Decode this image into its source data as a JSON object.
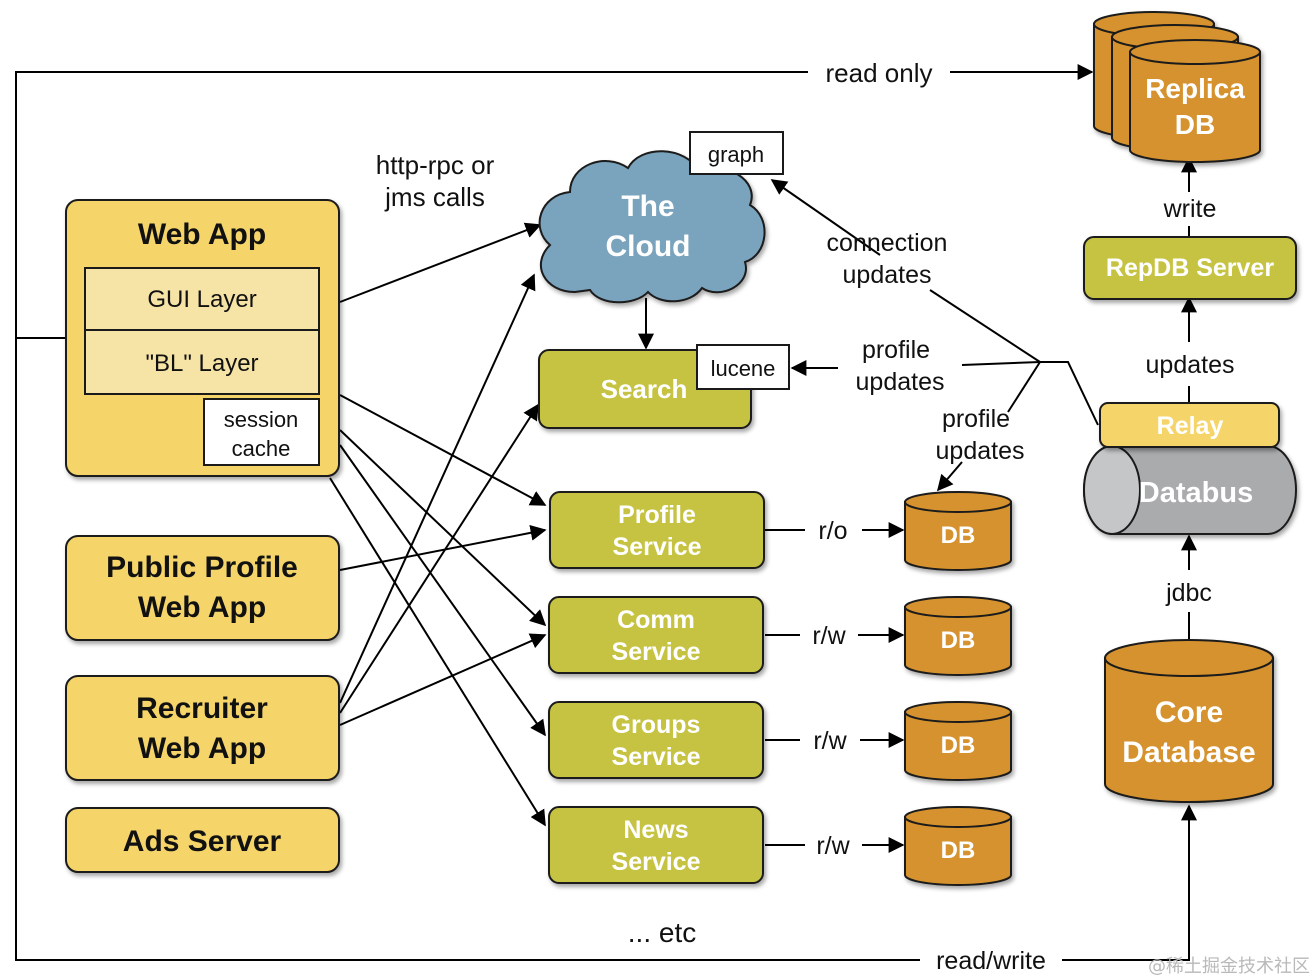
{
  "nodes": {
    "web_app": {
      "title": "Web App",
      "gui_layer": "GUI Layer",
      "bl_layer": "\"BL\" Layer",
      "session_cache_1": "session",
      "session_cache_2": "cache"
    },
    "public_profile": {
      "line1": "Public Profile",
      "line2": "Web App"
    },
    "recruiter": {
      "line1": "Recruiter",
      "line2": "Web App"
    },
    "ads_server": {
      "label": "Ads Server"
    },
    "cloud": {
      "line1": "The",
      "line2": "Cloud",
      "tag": "graph"
    },
    "search": {
      "label": "Search",
      "tag": "lucene"
    },
    "profile_service": {
      "line1": "Profile",
      "line2": "Service"
    },
    "comm_service": {
      "line1": "Comm",
      "line2": "Service"
    },
    "groups_service": {
      "line1": "Groups",
      "line2": "Service"
    },
    "news_service": {
      "line1": "News",
      "line2": "Service"
    },
    "db_label": "DB",
    "replica_db": {
      "line1": "Replica",
      "line2": "DB"
    },
    "repdb_server": {
      "label": "RepDB Server"
    },
    "relay": {
      "label": "Relay"
    },
    "databus": {
      "label": "Databus"
    },
    "core_db": {
      "line1": "Core",
      "line2": "Database"
    }
  },
  "edges": {
    "read_only": "read only",
    "http_rpc_1": "http-rpc or",
    "http_rpc_2": "jms calls",
    "connection_updates_1": "connection",
    "connection_updates_2": "updates",
    "profile_updates_search_1": "profile",
    "profile_updates_search_2": "updates",
    "profile_updates_db_1": "profile",
    "profile_updates_db_2": "updates",
    "write": "write",
    "updates": "updates",
    "jdbc": "jdbc",
    "r_o": "r/o",
    "r_w_comm": "r/w",
    "r_w_groups": "r/w",
    "r_w_news": "r/w",
    "read_write": "read/write",
    "etc": "... etc"
  },
  "watermark": "@稀土掘金技术社区",
  "colors": {
    "app_yellow": "#f5d56a",
    "layer_tan": "#f6e3a6",
    "service_green": "#c6c342",
    "db_orange": "#d5922d",
    "cloud_blue": "#7aa3bd",
    "databus_gray": "#a9abad"
  }
}
